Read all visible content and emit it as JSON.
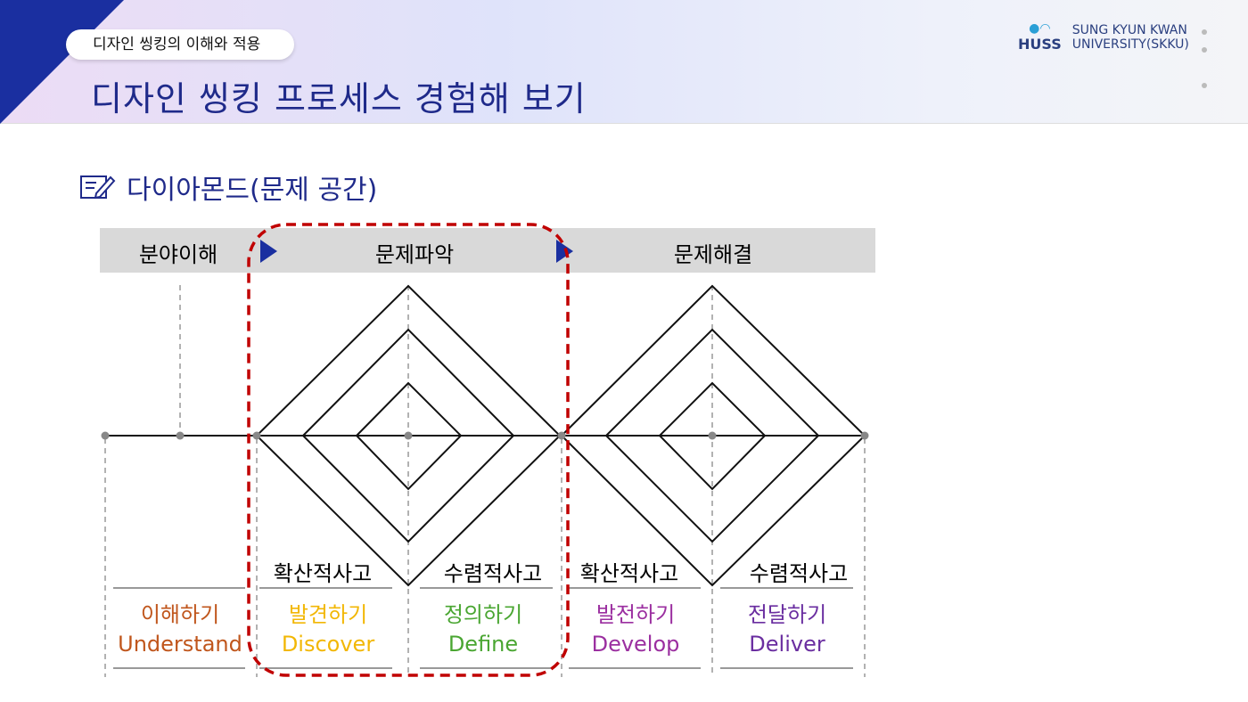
{
  "header": {
    "course": "디자인 씽킹의 이해와 적용",
    "title": "디자인 씽킹 프로세스 경험해 보기",
    "logo_short": "HUSS",
    "logo_line1": "SUNG KYUN KWAN",
    "logo_line2": "UNIVERSITY(SKKU)"
  },
  "section": {
    "icon": "memo-edit-icon",
    "title": "다이아몬드(문제 공간)"
  },
  "phases": [
    "분야이해",
    "문제파악",
    "문제해결"
  ],
  "thinking": [
    "확산적사고",
    "수렴적사고",
    "확산적사고",
    "수렴적사고"
  ],
  "stages": [
    {
      "ko": "이해하기",
      "en": "Understand",
      "color": "#c0561c"
    },
    {
      "ko": "발견하기",
      "en": "Discover",
      "color": "#f2b705"
    },
    {
      "ko": "정의하기",
      "en": "Define",
      "color": "#4aa632"
    },
    {
      "ko": "발전하기",
      "en": "Develop",
      "color": "#9b2fa0"
    },
    {
      "ko": "전달하기",
      "en": "Deliver",
      "color": "#6a2ea0"
    }
  ],
  "colors": {
    "title": "#1f2a8a",
    "highlight": "#c00000",
    "arrow": "#1a2fa0"
  }
}
